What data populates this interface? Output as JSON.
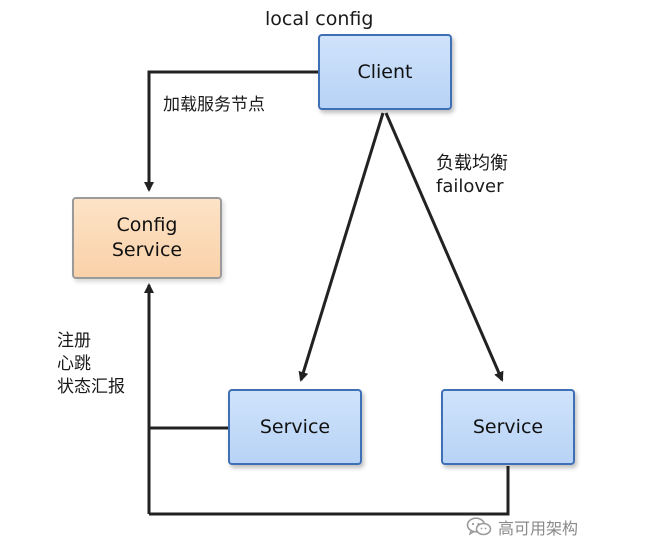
{
  "diagram": {
    "top_label": "local config",
    "nodes": {
      "client": "Client",
      "config_service_line1": "Config",
      "config_service_line2": "Service",
      "service_left": "Service",
      "service_right": "Service"
    },
    "edge_labels": {
      "load_service_nodes": "加载服务节点",
      "load_balance_line1": "负载均衡",
      "load_balance_line2": "failover",
      "register_line1": "注册",
      "register_line2": "心跳",
      "register_line3": "状态汇报"
    },
    "colors": {
      "blue_box_fill": "#c6dcf8",
      "blue_box_border": "#3f6fb5",
      "orange_box_fill": "#fbdab8",
      "arrow": "#222222"
    }
  },
  "watermark": {
    "text": "高可用架构",
    "icon": "wechat-icon"
  }
}
